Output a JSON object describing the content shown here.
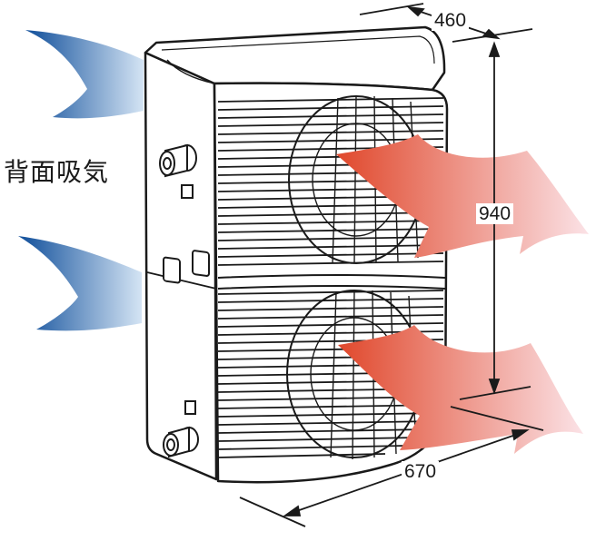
{
  "caption": "背面吸気",
  "dimensions": {
    "depth": "460",
    "height": "940",
    "width": "670"
  },
  "colors": {
    "intake_dark": "#0f4e9a",
    "intake_light": "#d4e4f4",
    "exhaust_dark": "#e0482c",
    "exhaust_light": "#fbe2e6",
    "outline": "#1a1a1a"
  }
}
